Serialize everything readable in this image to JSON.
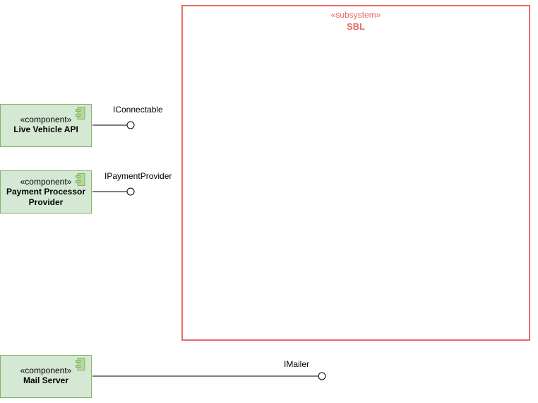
{
  "subsystem": {
    "stereotype": "«subsystem»",
    "name": "SBL",
    "stroke_color": "#ea6b66"
  },
  "components": [
    {
      "stereotype": "«component»",
      "name_lines": [
        "Live Vehicle API"
      ],
      "interface": "IConnectable"
    },
    {
      "stereotype": "«component»",
      "name_lines": [
        "Payment Processor",
        "Provider"
      ],
      "interface": "IPaymentProvider"
    },
    {
      "stereotype": "«component»",
      "name_lines": [
        "Mail Server"
      ],
      "interface": "IMailer"
    }
  ],
  "colors": {
    "component_fill": "#d5e8d4",
    "component_stroke": "#82b366",
    "icon_fill": "#b4d99a",
    "line_color": "#000000"
  }
}
